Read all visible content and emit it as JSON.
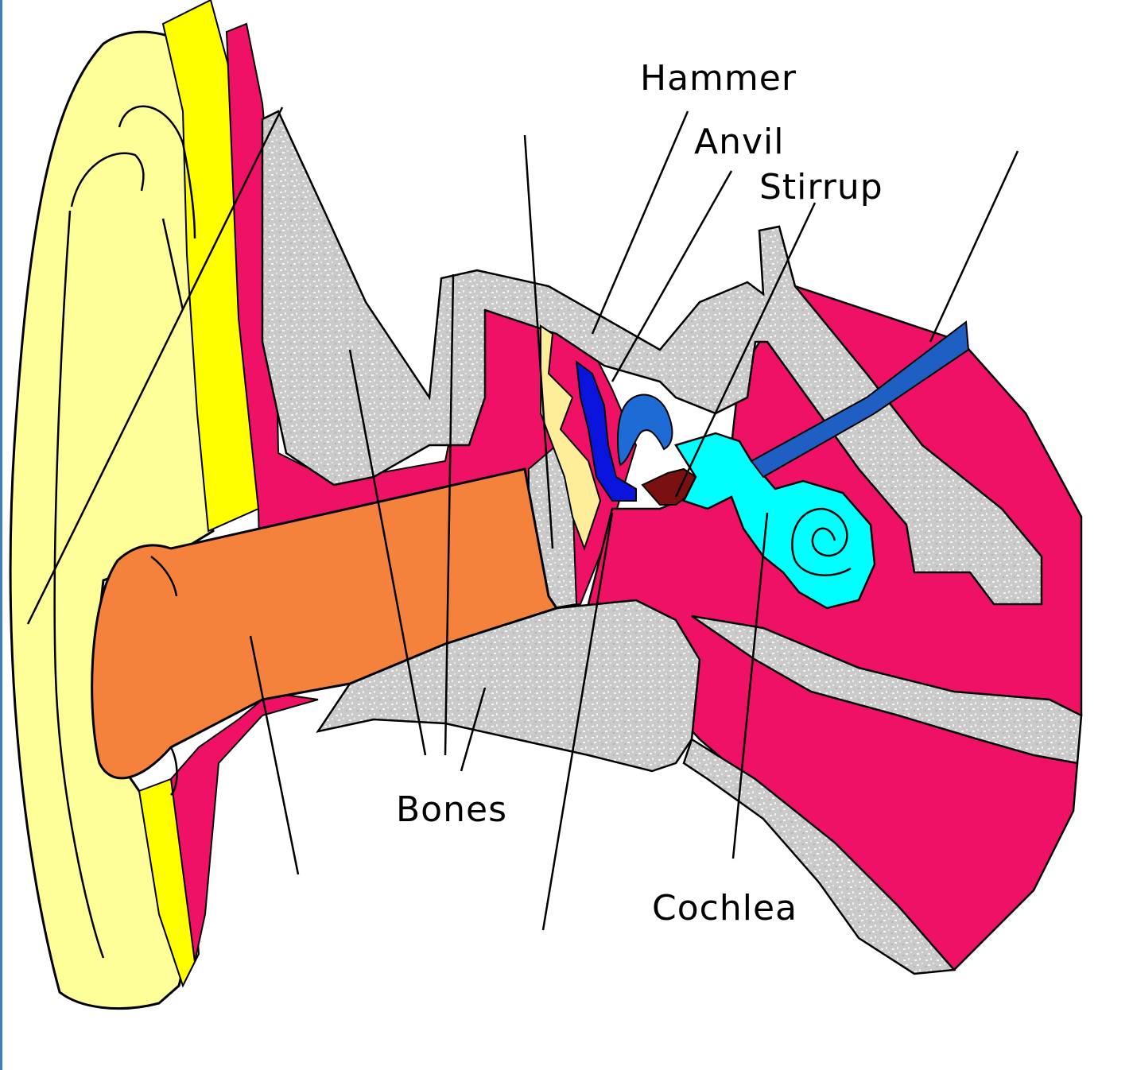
{
  "labels": {
    "hammer": "Hammer",
    "anvil": "Anvil",
    "stirrup": "Stirrup",
    "bones": "Bones",
    "cochlea": "Cochlea"
  },
  "colors": {
    "outer_ear": "#ffff99",
    "skin_band": "#ffff00",
    "tissue": "#ee1166",
    "bone": "#c8c8c8",
    "ear_canal": "#f5823c",
    "eardrum": "#ffee99",
    "hammer": "#0a14dd",
    "anvil": "#1f6bd6",
    "stirrup": "#7a1010",
    "cochlea": "#00ffff",
    "nerve": "#1f5fc4",
    "frame_edge": "#3f7fbf"
  }
}
